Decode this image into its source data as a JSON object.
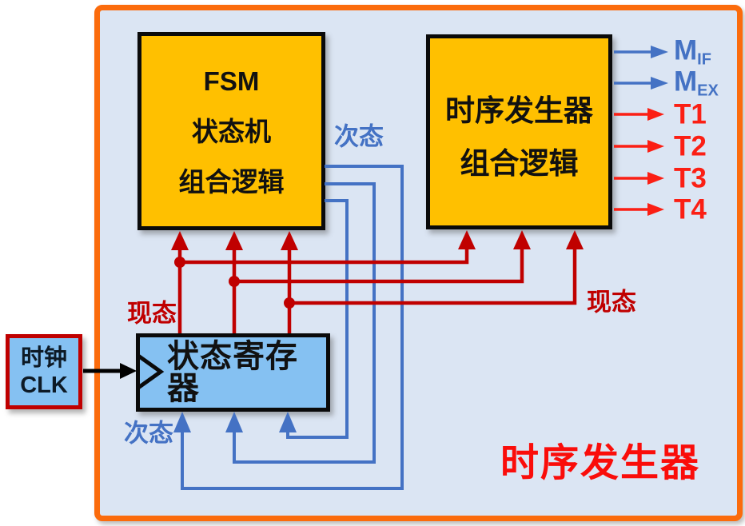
{
  "diagram_title": "时序发生器",
  "colors": {
    "frame_orange": "#FB6B0C",
    "canvas_light_blue": "#DBE5F3",
    "box_yellow": "#FFC000",
    "register_blue": "#85C1F2",
    "wire_next_state_blue": "#4472C4",
    "wire_current_state_dark_red": "#C00000",
    "output_bright_red": "#FB1F14",
    "title_red": "#FA0D0A"
  },
  "fsm_box": {
    "line1": "FSM",
    "line2": "状态机",
    "line3": "组合逻辑"
  },
  "timing_box": {
    "line1": "时序发生器",
    "line2": "组合逻辑"
  },
  "state_register": {
    "label": "状态寄存器"
  },
  "clock_box": {
    "line1": "时钟",
    "line2": "CLK"
  },
  "wire_labels": {
    "current_state_left": "现态",
    "current_state_right": "现态",
    "next_state_top": "次态",
    "next_state_bottom": "次态"
  },
  "outputs": [
    {
      "base": "M",
      "sub": "IF"
    },
    {
      "base": "M",
      "sub": "EX"
    },
    {
      "base": "T1",
      "sub": ""
    },
    {
      "base": "T2",
      "sub": ""
    },
    {
      "base": "T3",
      "sub": ""
    },
    {
      "base": "T4",
      "sub": ""
    }
  ]
}
